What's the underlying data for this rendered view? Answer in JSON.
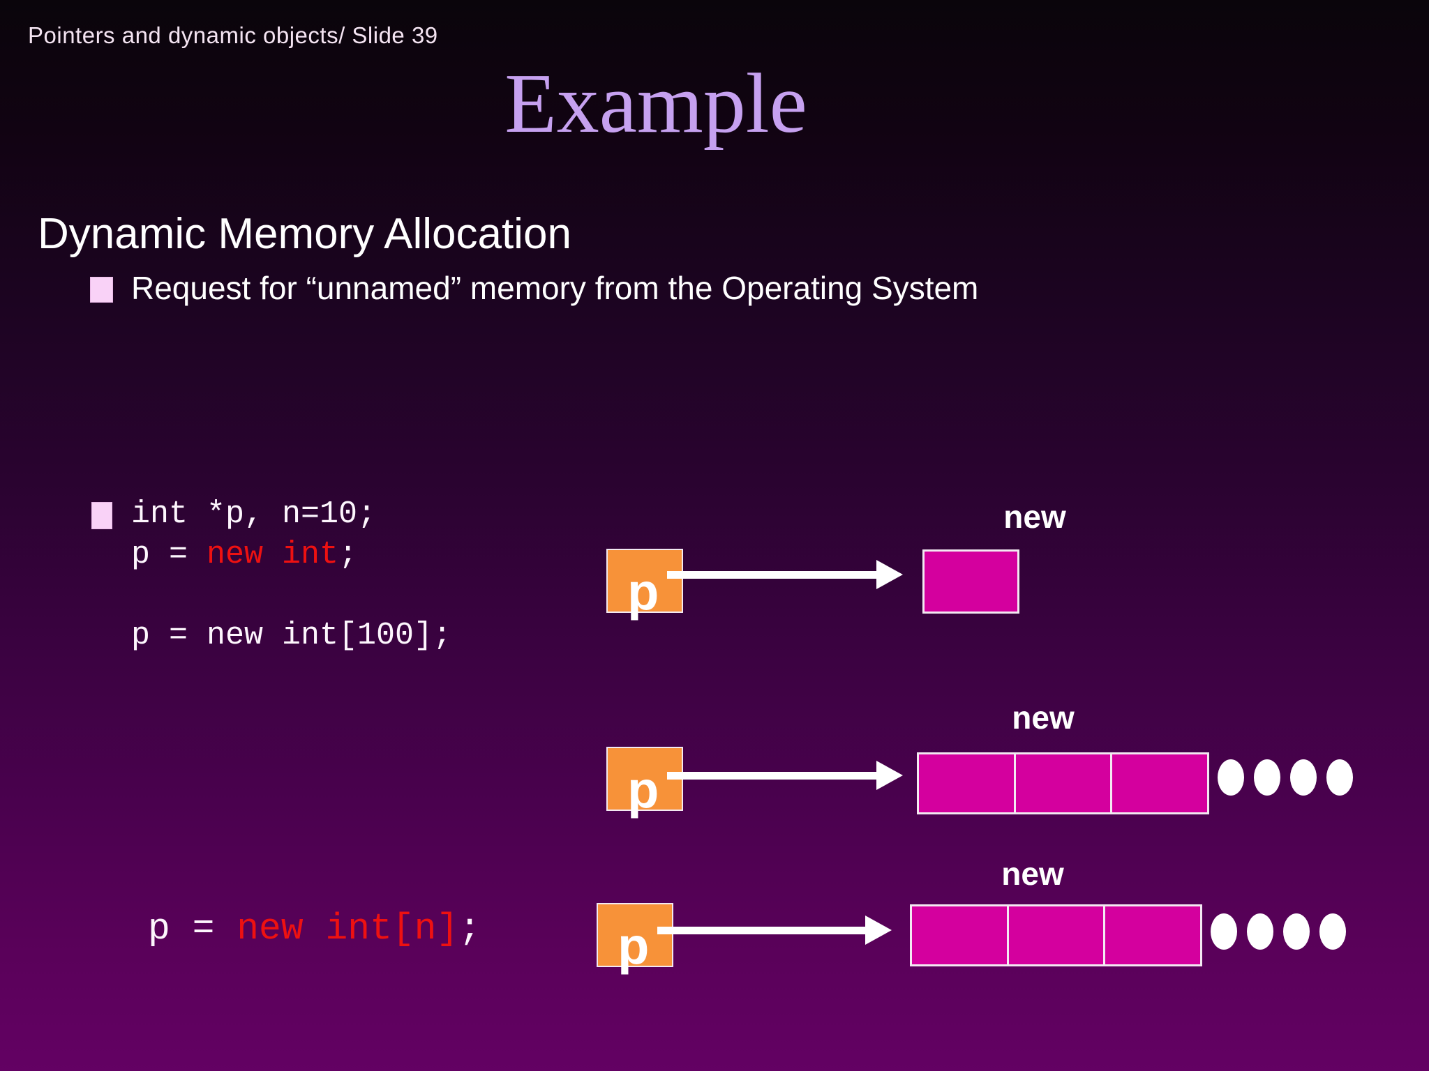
{
  "slide": {
    "header": "Pointers and dynamic objects/ Slide 39",
    "title": "Example",
    "heading": "Dynamic Memory Allocation",
    "bullet": "Request for “unnamed” memory from the Operating System",
    "code": {
      "line1": "int *p, n=10;",
      "line2": {
        "lhs": "p = ",
        "red": "new int",
        "end": ";"
      },
      "line3": "p = new int[100];",
      "line4": {
        "lhs": "p = ",
        "red": "new int[n]",
        "end": ";"
      }
    },
    "diagram": {
      "rows": [
        {
          "pointer": "p",
          "label": "new",
          "cells": 1,
          "ellipsis": false
        },
        {
          "pointer": "p",
          "label": "new",
          "cells": 3,
          "ellipsis": true
        },
        {
          "pointer": "p",
          "label": "new",
          "cells": 3,
          "ellipsis": true
        }
      ]
    },
    "colors": {
      "title": "#c6a1f0",
      "code_red": "#ee1111",
      "pointer_box": "#f79239",
      "memory_box": "#d4009e",
      "bullet_square": "#f9d2f7"
    }
  }
}
